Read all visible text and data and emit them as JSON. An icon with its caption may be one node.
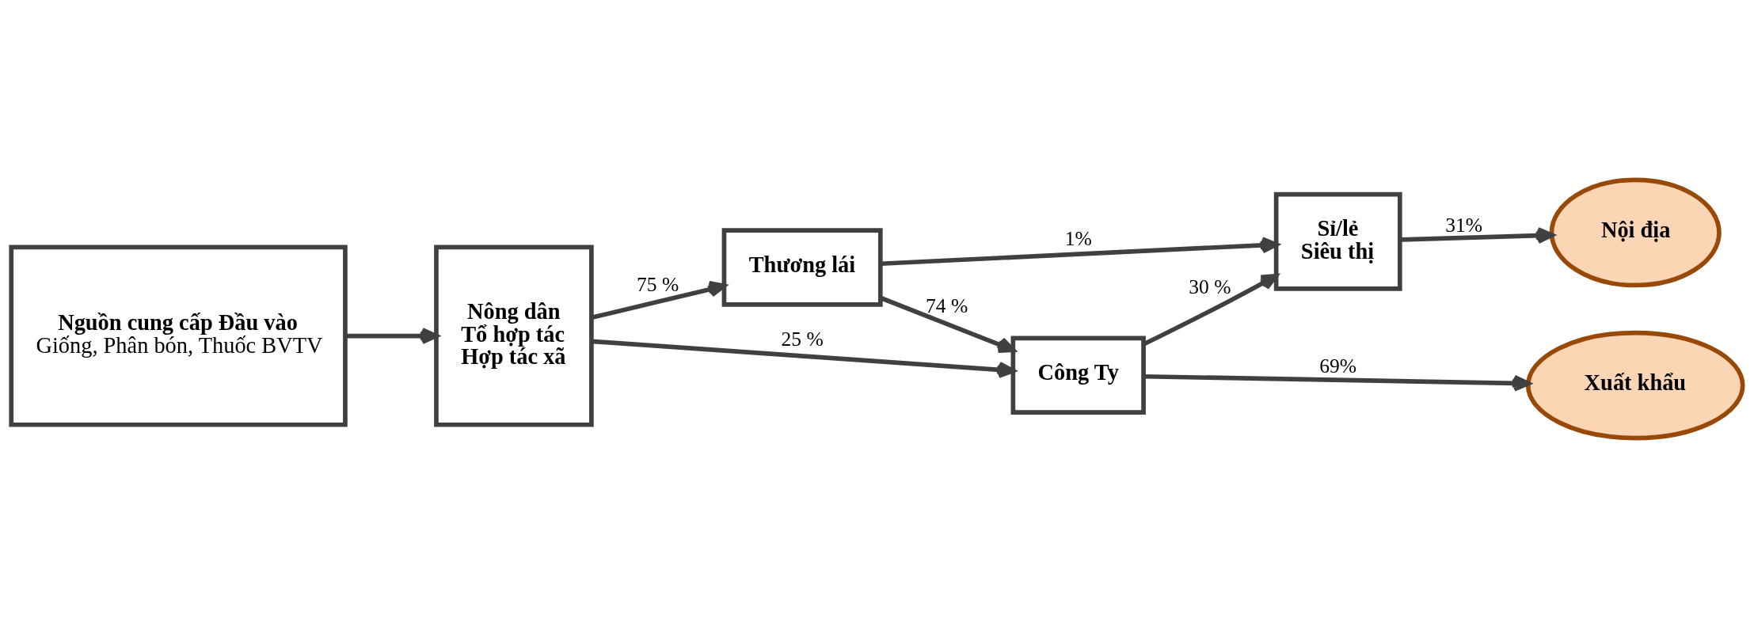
{
  "diagram": {
    "nodes": [
      {
        "text": [
          "Nguồn cung cấp Đầu vào",
          "Giống, Phân bón, Thuốc BVTV"
        ]
      },
      {
        "text": [
          "Nông dân",
          "Tổ hợp tác",
          "Hợp tác xã"
        ]
      },
      {
        "text": [
          "Thương lái"
        ]
      },
      {
        "text": [
          "Công Ty"
        ]
      },
      {
        "text": [
          "Sỉ/lẻ",
          "Siêu thị"
        ]
      },
      {
        "text": [
          "Nội địa"
        ]
      },
      {
        "text": [
          "Xuất khẩu"
        ]
      }
    ],
    "edges": [
      {
        "from": 0,
        "to": 1,
        "arrow": "to"
      },
      {
        "from": 1,
        "to": 2,
        "arrow": "to",
        "label": "75 %"
      },
      {
        "from": 1,
        "to": 3,
        "arrow": "to",
        "label": "25 %"
      },
      {
        "from": 2,
        "to": 4,
        "arrow": "to",
        "label": "1%"
      },
      {
        "from": 2,
        "to": 3,
        "arrow": "to",
        "label": "74 %"
      },
      {
        "from": 3,
        "to": 4,
        "arrow": "to",
        "label": "30 %"
      },
      {
        "from": 4,
        "to": 5,
        "arrow": "to",
        "label": "31%"
      },
      {
        "from": 3,
        "to": 6,
        "arrow": "to",
        "label": "69%"
      }
    ]
  }
}
